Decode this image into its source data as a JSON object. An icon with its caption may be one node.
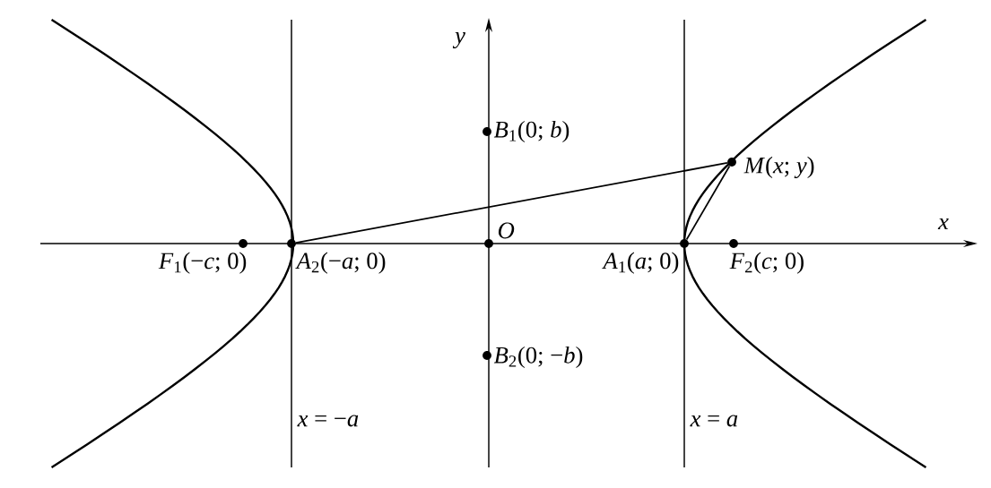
{
  "diagram": {
    "nodes": [
      {
        "text": [],
        "shape": "circle",
        "beside": [
          "*F*$_{1}$(−*c*; 0)"
        ]
      },
      {
        "text": [],
        "shape": "circle",
        "beside": [
          "*A*$_{2}$(−*a*; 0)"
        ]
      },
      {
        "text": [],
        "shape": "circle",
        "beside": [
          "*O*"
        ]
      },
      {
        "text": [],
        "shape": "circle",
        "beside": [
          "*B*$_{1}$(0; *b*)"
        ]
      },
      {
        "text": [],
        "shape": "circle",
        "beside": [
          "*B*$_{2}$(0; −*b*)"
        ]
      },
      {
        "text": [],
        "shape": "circle",
        "beside": [
          "*A*$_{1}$(*a*; 0)"
        ]
      },
      {
        "text": [],
        "shape": "circle",
        "beside": [
          "*F*$_{2}$(*c*; 0)"
        ]
      },
      {
        "text": [],
        "shape": "circle",
        "beside": [
          "*M*(*x*; *y*)"
        ]
      }
    ],
    "edges": [
      {
        "from": 1,
        "to": 7,
        "arrow": "none"
      },
      {
        "from": 5,
        "to": 7,
        "arrow": "none"
      }
    ],
    "labels": [
      "*y*",
      "*x*",
      "*x* = −*a*",
      "*x* = *a*"
    ]
  }
}
